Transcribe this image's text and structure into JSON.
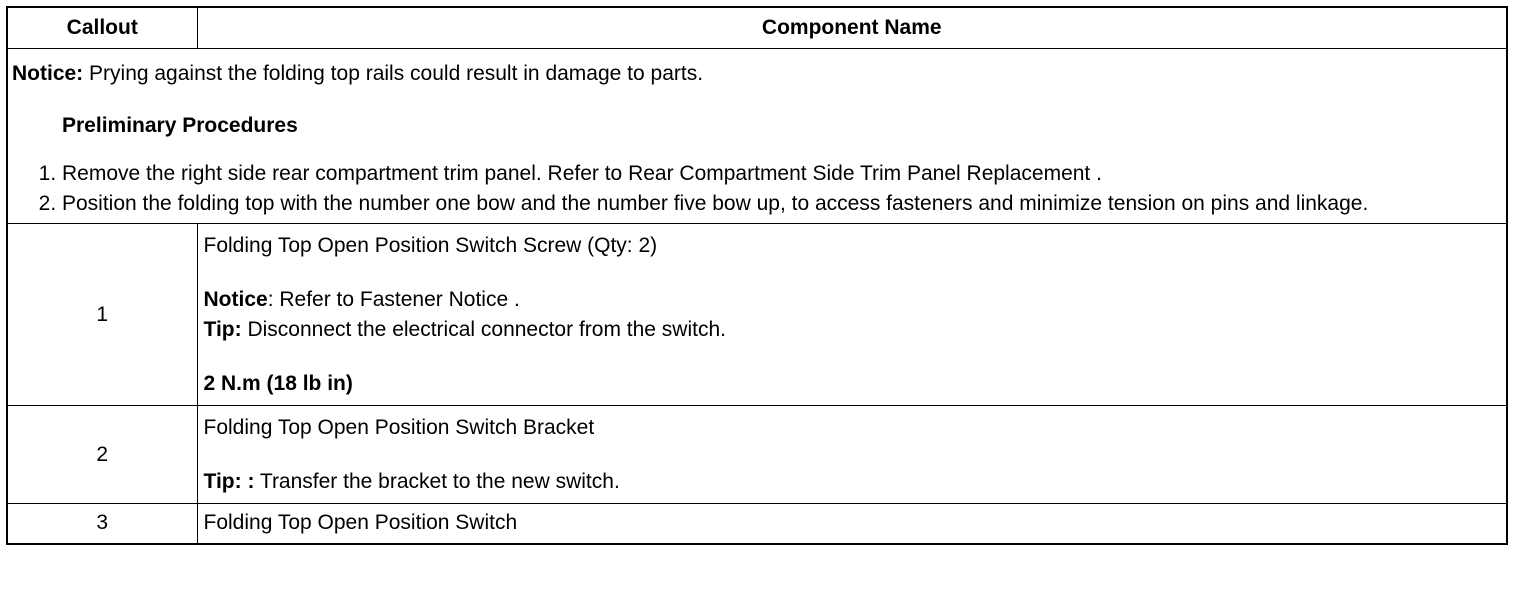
{
  "table": {
    "header": {
      "callout": "Callout",
      "component": "Component Name"
    },
    "notice": {
      "label": "Notice:",
      "text": " Prying against the folding top rails could result in damage to parts."
    },
    "preliminary": {
      "title": "Preliminary Procedures",
      "steps": [
        "Remove the right side rear compartment trim panel. Refer to Rear Compartment Side Trim Panel Replacement .",
        "Position the folding top with the number one bow and the number five bow up, to access fasteners and minimize tension on pins and linkage."
      ]
    },
    "rows": [
      {
        "callout": "1",
        "name": "Folding Top Open Position Switch Screw (Qty: 2)",
        "notice_label": "Notice",
        "notice_text": ": Refer to Fastener Notice .",
        "tip_label": "Tip:",
        "tip_text": " Disconnect the electrical connector from the switch.",
        "torque": "2 N.m (18 lb in)"
      },
      {
        "callout": "2",
        "name": "Folding Top Open Position Switch Bracket",
        "tip_label": "Tip: :",
        "tip_text": " Transfer the bracket to the new switch."
      },
      {
        "callout": "3",
        "name": "Folding Top Open Position Switch"
      }
    ]
  }
}
